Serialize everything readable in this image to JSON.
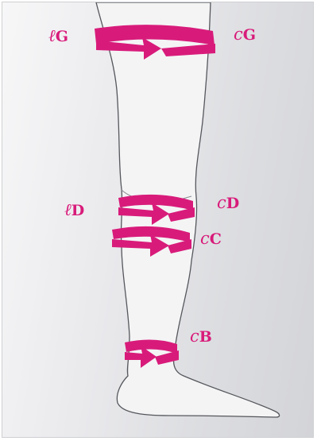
{
  "colors": {
    "accent": "#d81b7a",
    "leg_fill": "#f4f4f5",
    "leg_stroke": "#55575c"
  },
  "labels": {
    "thigh_left": {
      "prefix": "ℓ",
      "letter": "G"
    },
    "thigh_right": {
      "prefix": "c",
      "letter": "G"
    },
    "knee_left": {
      "prefix": "ℓ",
      "letter": "D"
    },
    "knee_right": {
      "prefix": "c",
      "letter": "D"
    },
    "calf_right": {
      "prefix": "c",
      "letter": "C"
    },
    "ankle_right": {
      "prefix": "c",
      "letter": "B"
    }
  },
  "icons": {
    "circumference_band": "curved-arrow-band-icon",
    "limb": "leg-silhouette-icon"
  }
}
